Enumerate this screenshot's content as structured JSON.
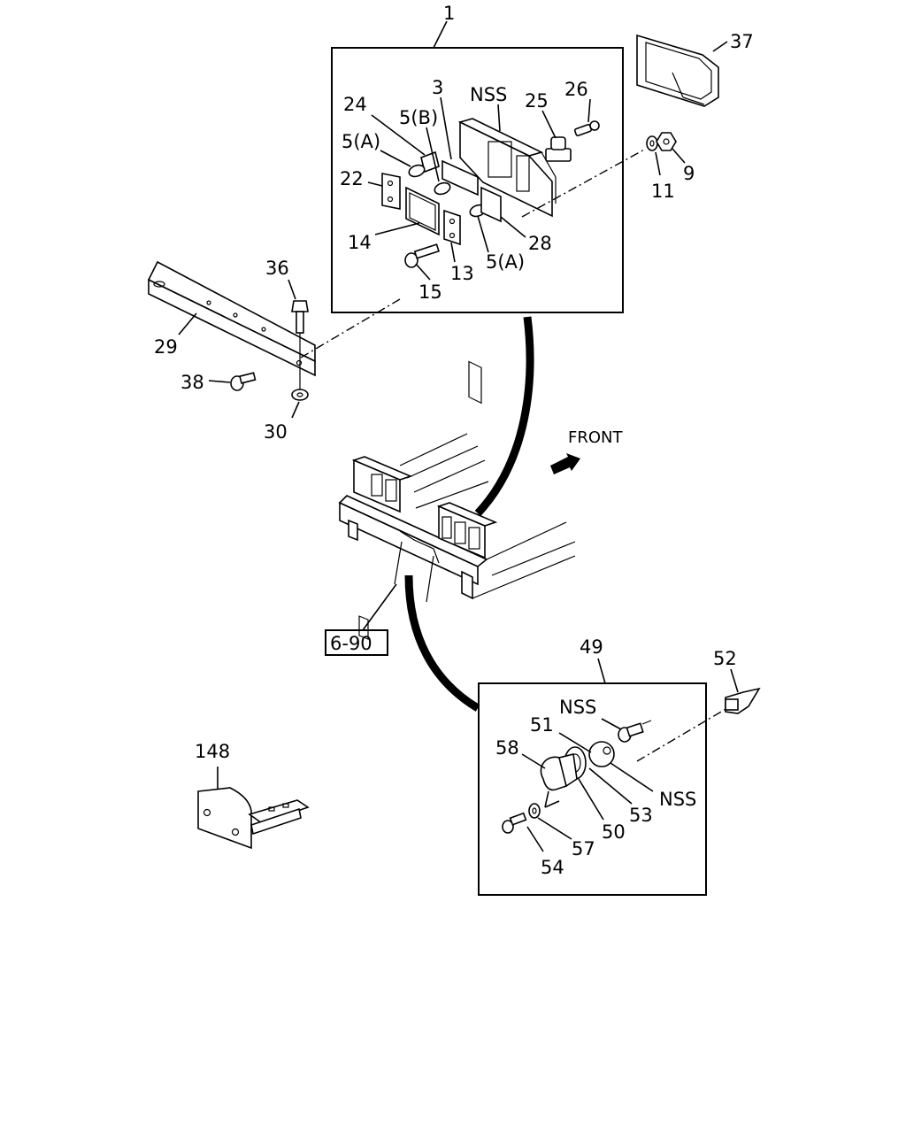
{
  "callouts": {
    "c1": "1",
    "c3": "3",
    "c5a_top": "5(A)",
    "c5b": "5(B)",
    "c5a_bottom": "5(A)",
    "c9": "9",
    "c11": "11",
    "c13": "13",
    "c14": "14",
    "c15": "15",
    "c22": "22",
    "c24": "24",
    "c25": "25",
    "c26": "26",
    "c28": "28",
    "c29": "29",
    "c30": "30",
    "c36": "36",
    "c37": "37",
    "c38": "38",
    "c49": "49",
    "c50": "50",
    "c51": "51",
    "c52": "52",
    "c53": "53",
    "c54": "54",
    "c57": "57",
    "c58": "58",
    "c148": "148",
    "nss_top": "NSS",
    "nss_lamp_a": "NSS",
    "nss_lamp_b": "NSS",
    "front": "FRONT",
    "ref_box": "6-90"
  }
}
